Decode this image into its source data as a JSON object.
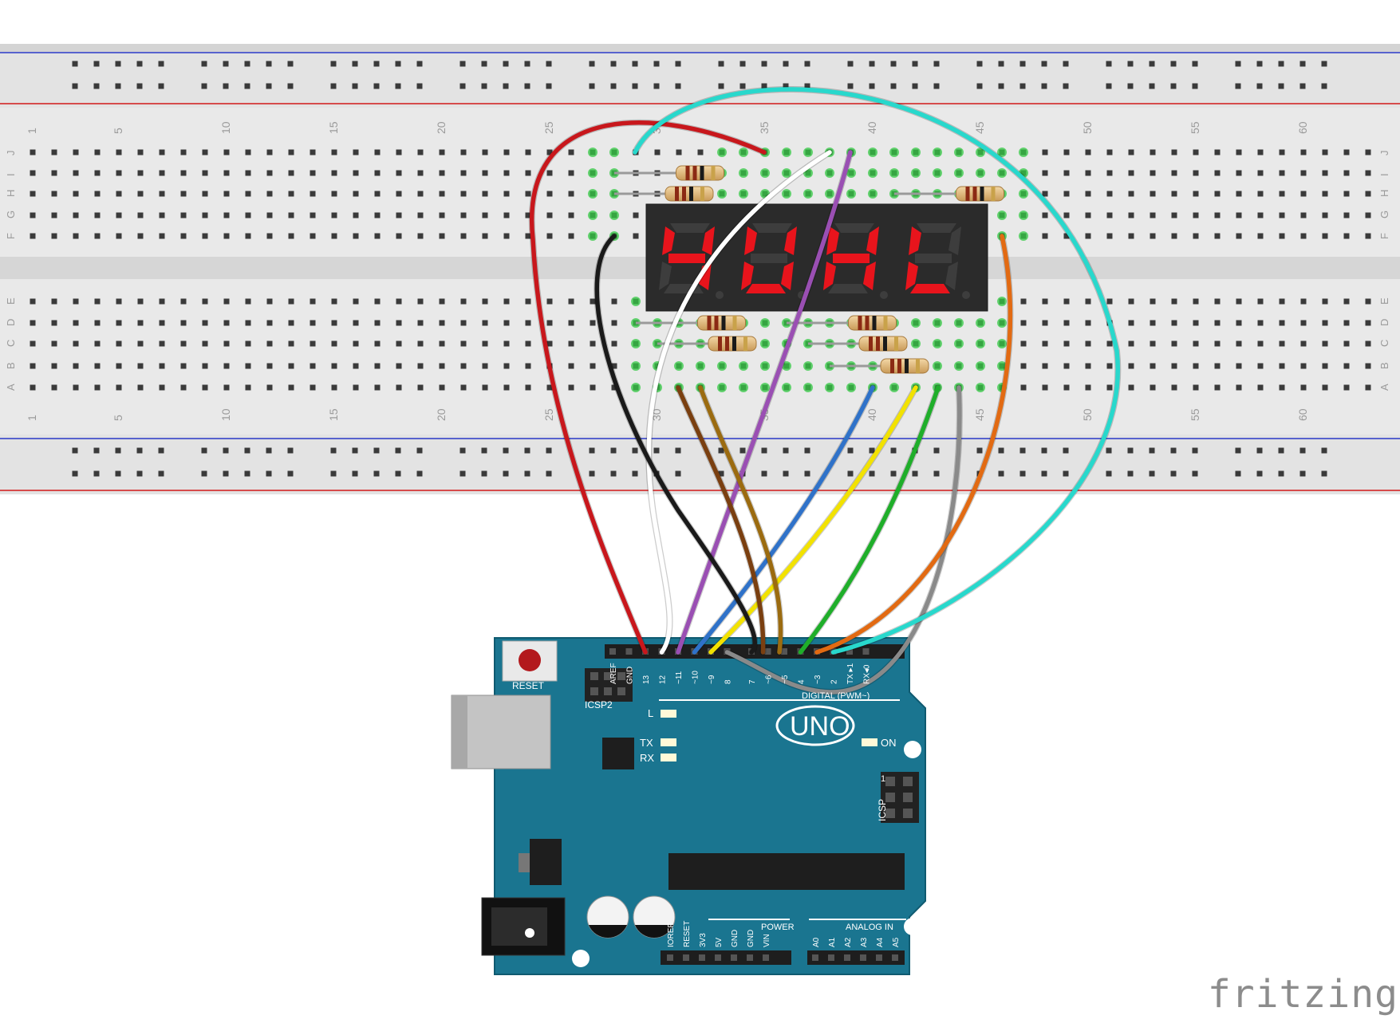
{
  "brand": "fritzing",
  "display": {
    "digits": [
      "4",
      "U",
      "H",
      "L"
    ],
    "segment_color": "#e8141c"
  },
  "breadcolumn_numbers": [
    "1",
    "5",
    "10",
    "15",
    "20",
    "25",
    "30",
    "35",
    "40",
    "45",
    "50",
    "55",
    "60"
  ],
  "breadrow_letters_top": [
    "J",
    "I",
    "H",
    "G",
    "F"
  ],
  "breadrow_letters_bottom": [
    "E",
    "D",
    "C",
    "B",
    "A"
  ],
  "arduino": {
    "board_name": "UNO",
    "reset_label": "RESET",
    "icsp2_label": "ICSP2",
    "icsp_label": "ICSP",
    "icsp_pin1": "1",
    "led_l": "L",
    "led_tx": "TX",
    "led_rx": "RX",
    "led_on": "ON",
    "digital_label": "DIGITAL (PWM~)",
    "power_label": "POWER",
    "analog_label": "ANALOG IN",
    "digital_pins": [
      "AREF",
      "GND",
      "13",
      "12",
      "~11",
      "~10",
      "~9",
      "8",
      "7",
      "~6",
      "~5",
      "4",
      "~3",
      "2",
      "TX ▸1",
      "RX◂0"
    ],
    "power_pins": [
      "IOREF",
      "RESET",
      "3V3",
      "5V",
      "GND",
      "GND",
      "VIN"
    ],
    "analog_pins": [
      "A0",
      "A1",
      "A2",
      "A3",
      "A4",
      "A5"
    ]
  },
  "wire_colors": {
    "red": "#c8171c",
    "white": "#ffffff",
    "purple": "#9a4fb3",
    "blue": "#2f72c9",
    "yellow": "#f2e200",
    "black": "#1a1a1a",
    "brown": "#7a3f10",
    "ochre": "#9b6b10",
    "green": "#1fae2a",
    "orange": "#e26a12",
    "cyan": "#28d8cc",
    "gray": "#8a8a8a"
  }
}
